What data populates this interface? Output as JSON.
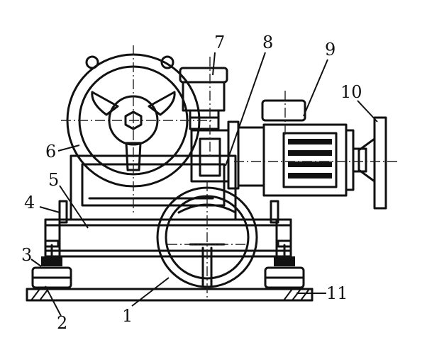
{
  "figure": {
    "callouts": [
      {
        "id": "c1",
        "text": "1"
      },
      {
        "id": "c2",
        "text": "2"
      },
      {
        "id": "c3",
        "text": "3"
      },
      {
        "id": "c4",
        "text": "4"
      },
      {
        "id": "c5",
        "text": "5"
      },
      {
        "id": "c6",
        "text": "6"
      },
      {
        "id": "c7",
        "text": "7"
      },
      {
        "id": "c8",
        "text": "8"
      },
      {
        "id": "c9",
        "text": "9"
      },
      {
        "id": "c10",
        "text": "10"
      },
      {
        "id": "c11",
        "text": "11"
      }
    ]
  }
}
